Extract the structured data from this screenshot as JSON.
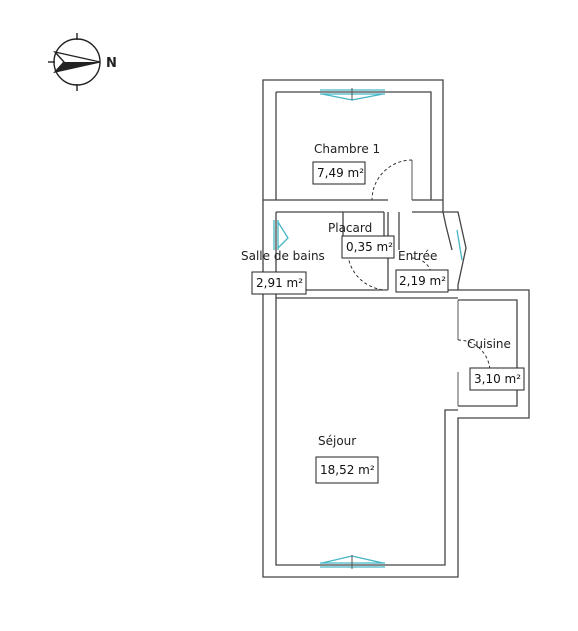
{
  "compass": {
    "north_letter": "N",
    "icon": "compass-rose-icon"
  },
  "rooms": {
    "chambre": {
      "name": "Chambre 1",
      "area": "7,49 m²"
    },
    "placard": {
      "name": "Placard",
      "area": "0,35 m²"
    },
    "salle_de_bains": {
      "name": "Salle de bains",
      "area": "2,91 m²"
    },
    "entree": {
      "name": "Entrée",
      "area": "2,19 m²"
    },
    "cuisine": {
      "name": "Cuisine",
      "area": "3,10 m²"
    },
    "sejour": {
      "name": "Séjour",
      "area": "18,52 m²"
    }
  },
  "colors": {
    "walls": "#444444",
    "window_glass": "#45b6c6",
    "background": "#ffffff"
  }
}
